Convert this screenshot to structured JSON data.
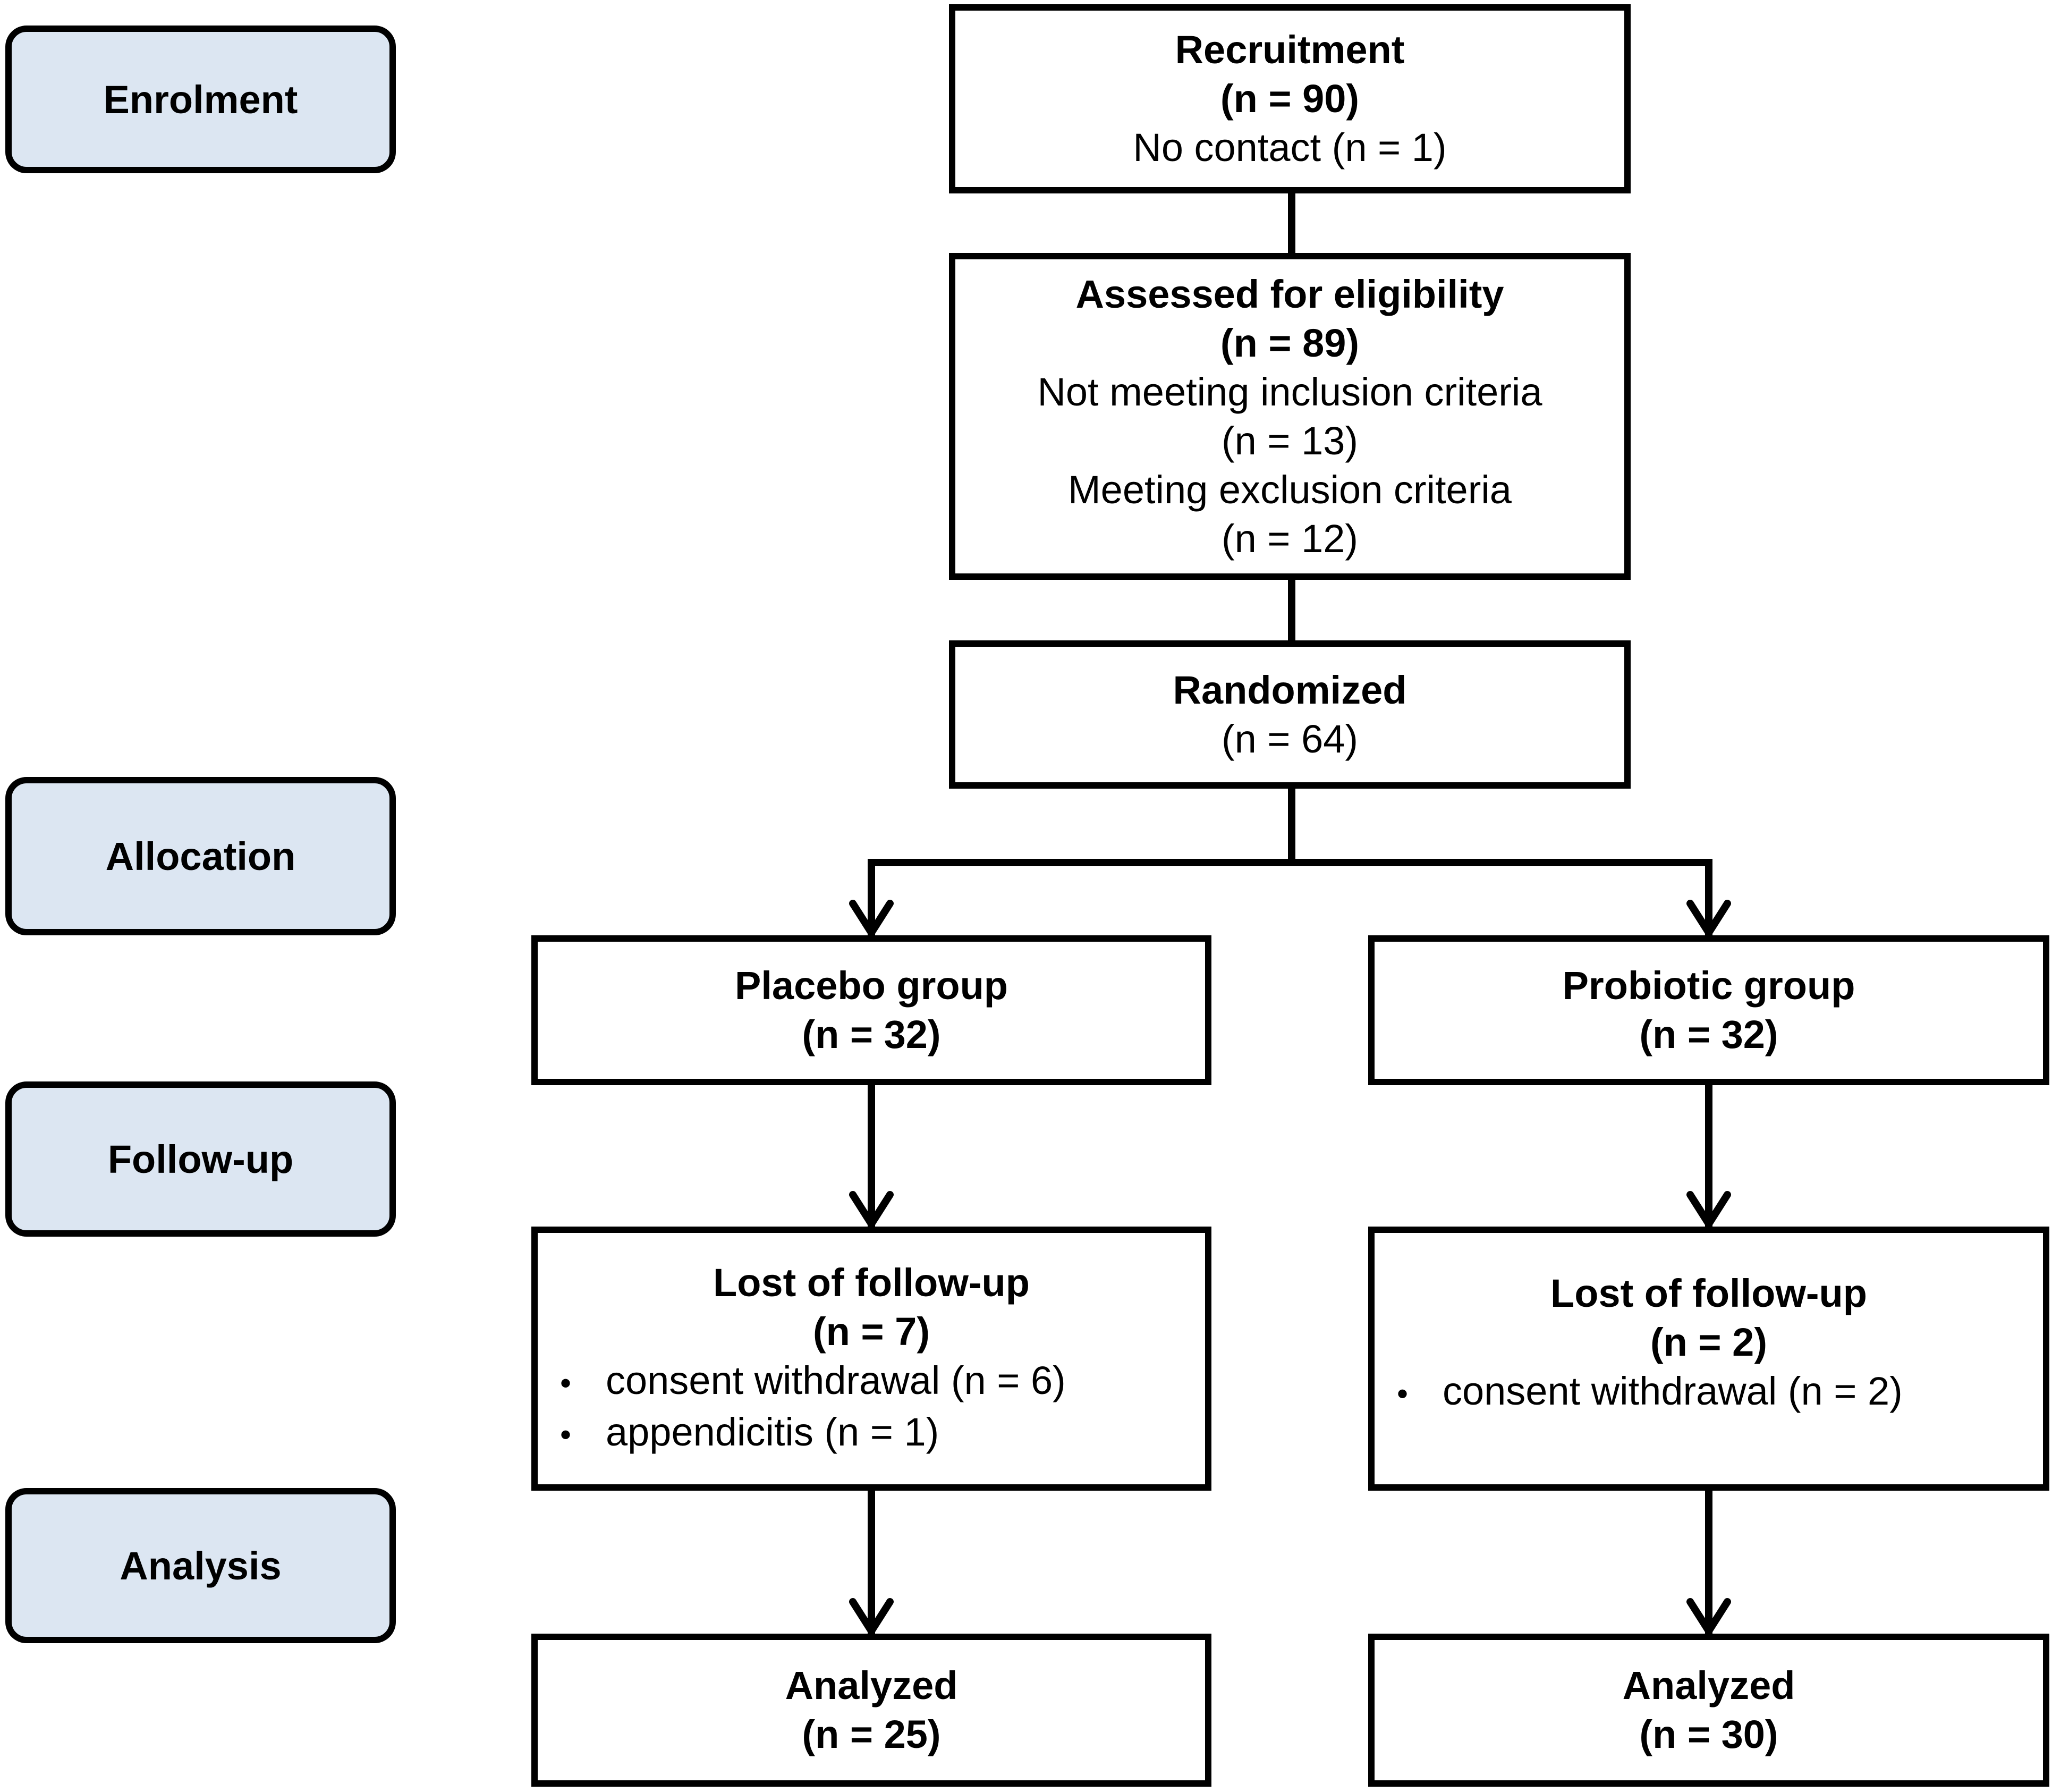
{
  "phases": {
    "enrolment": "Enrolment",
    "allocation": "Allocation",
    "followup": "Follow-up",
    "analysis": "Analysis"
  },
  "recruitment": {
    "title": "Recruitment",
    "n": "(n = 90)",
    "excluded": "No contact (n = 1)"
  },
  "eligibility": {
    "title": "Assessed for eligibility",
    "n": "(n = 89)",
    "not_meeting": "Not meeting inclusion criteria",
    "not_meeting_n": "(n = 13)",
    "meeting_excl": "Meeting exclusion criteria",
    "meeting_excl_n": "(n = 12)"
  },
  "randomized": {
    "title": "Randomized",
    "n": "(n = 64)"
  },
  "placebo": {
    "title": "Placebo group",
    "n": "(n = 32)",
    "lost_title": "Lost of follow-up",
    "lost_n": "(n = 7)",
    "reasons": [
      "consent withdrawal (n = 6)",
      "appendicitis (n = 1)"
    ],
    "analyzed_title": "Analyzed",
    "analyzed_n": "(n = 25)"
  },
  "probiotic": {
    "title": "Probiotic group",
    "n": "(n = 32)",
    "lost_title": "Lost of follow-up",
    "lost_n": "(n = 2)",
    "reasons": [
      "consent withdrawal (n = 2)"
    ],
    "analyzed_title": "Analyzed",
    "analyzed_n": "(n = 30)"
  },
  "bullet_char": "•"
}
